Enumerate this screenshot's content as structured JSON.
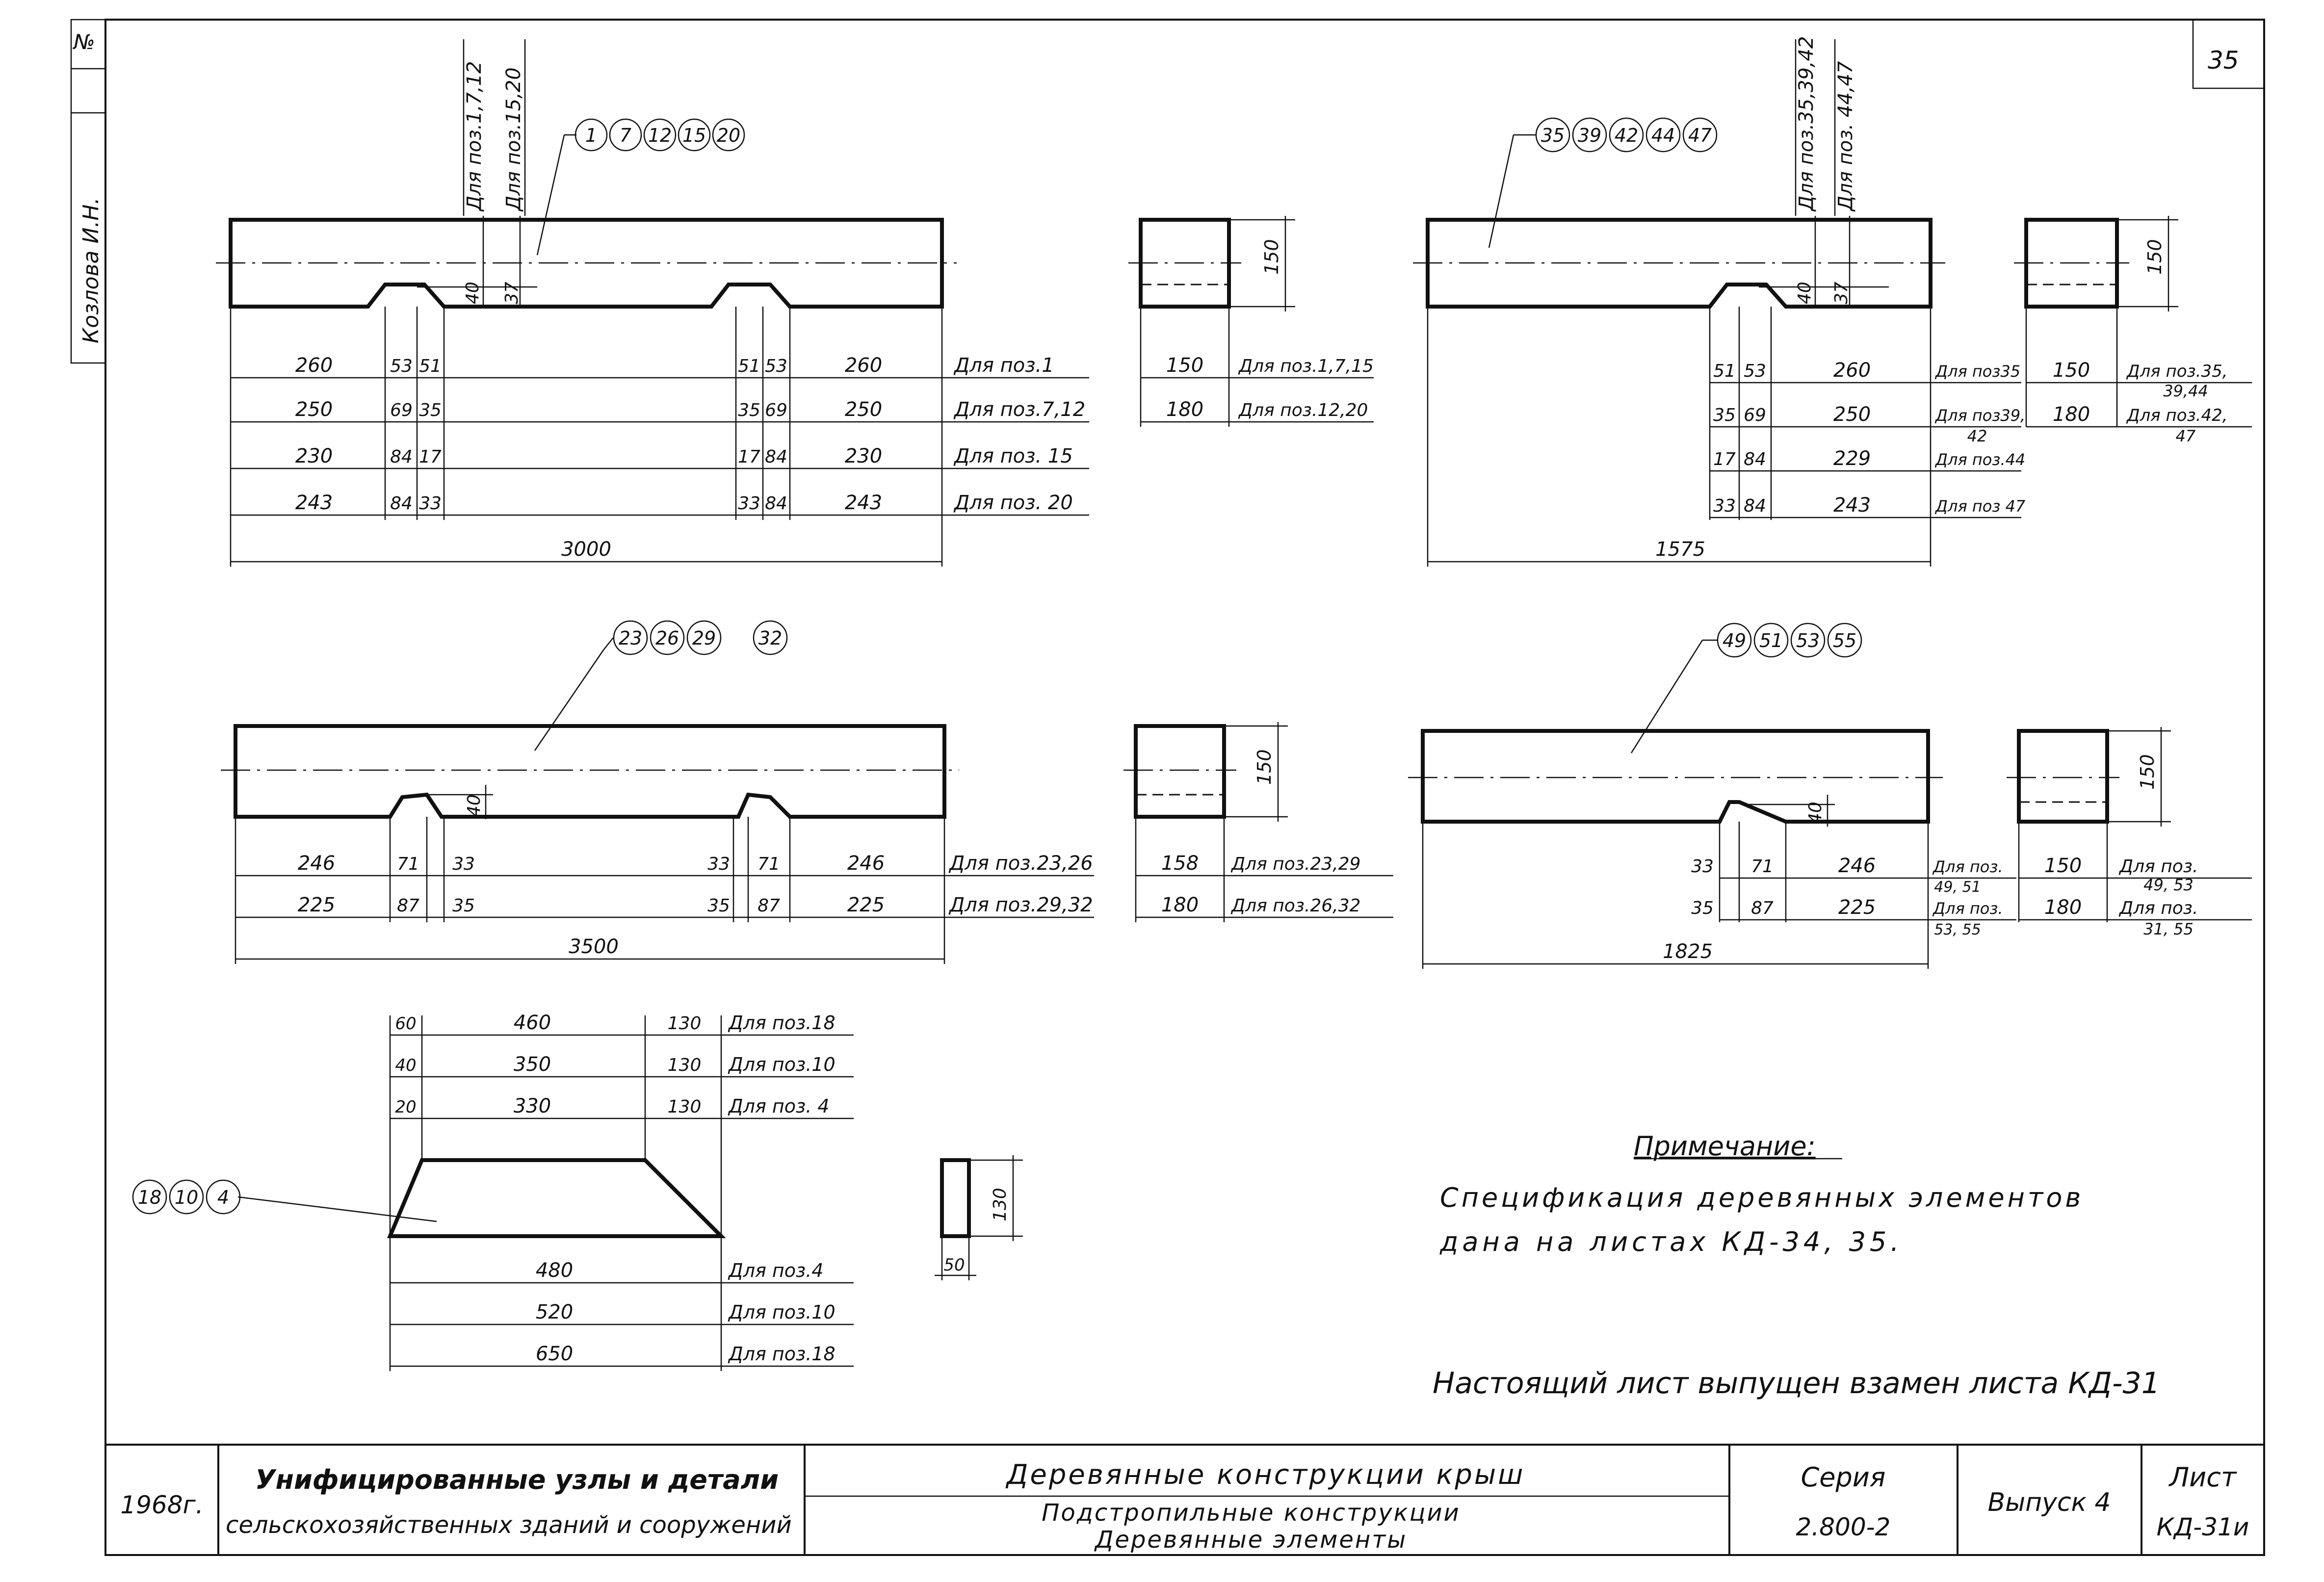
{
  "sheet_number": "35",
  "side_stamp": "Козлова И.Н.",
  "side_mark": "№",
  "beams": {
    "b1": {
      "bubbles": [
        "1",
        "7",
        "12",
        "15",
        "20"
      ],
      "vlabels": [
        "Для поз.1,7,12",
        "Для поз.15,20"
      ],
      "notch": [
        "40",
        "37"
      ],
      "rows": [
        {
          "l": "260",
          "a": "53",
          "b": "51",
          "c": "51",
          "d": "53",
          "r": "260",
          "label": "Для поз.1"
        },
        {
          "l": "250",
          "a": "69",
          "b": "35",
          "c": "35",
          "d": "69",
          "r": "250",
          "label": "Для поз.7,12"
        },
        {
          "l": "230",
          "a": "84",
          "b": "17",
          "c": "17",
          "d": "84",
          "r": "230",
          "label": "Для поз. 15"
        },
        {
          "l": "243",
          "a": "84",
          "b": "33",
          "c": "33",
          "d": "84",
          "r": "243",
          "label": "Для поз. 20"
        }
      ],
      "total": "3000",
      "section": {
        "h": "150",
        "w": [
          "150",
          "180"
        ],
        "labels": [
          "Для поз.1,7,15",
          "Для поз.12,20"
        ]
      }
    },
    "b2": {
      "bubbles": [
        "35",
        "39",
        "42",
        "44",
        "47"
      ],
      "vlabels": [
        "Для поз.35,39,42",
        "Для поз. 44,47"
      ],
      "notch": [
        "40",
        "37"
      ],
      "rows": [
        {
          "a": "51",
          "b": "53",
          "r": "260",
          "label": "Для поз35"
        },
        {
          "a": "35",
          "b": "69",
          "r": "250",
          "label": "Для поз39,",
          "label2": "42"
        },
        {
          "a": "17",
          "b": "84",
          "r": "229",
          "label": "Для поз.44"
        },
        {
          "a": "33",
          "b": "84",
          "r": "243",
          "label": "Для поз 47"
        }
      ],
      "total": "1575",
      "section": {
        "h": "150",
        "w": [
          "150",
          "180"
        ],
        "labels": [
          "Для поз.35,",
          "Для поз.42,"
        ],
        "labels2": [
          "39,44",
          "47"
        ]
      }
    },
    "b3": {
      "bubbles": [
        "23",
        "26",
        "29",
        "32"
      ],
      "notch": [
        "40"
      ],
      "rows": [
        {
          "l": "246",
          "a": "71",
          "b": "33",
          "c": "33",
          "d": "71",
          "r": "246",
          "label": "Для поз.23,26"
        },
        {
          "l": "225",
          "a": "87",
          "b": "35",
          "c": "35",
          "d": "87",
          "r": "225",
          "label": "Для поз.29,32"
        }
      ],
      "total": "3500",
      "section": {
        "h": "150",
        "w": [
          "158",
          "180"
        ],
        "labels": [
          "Для поз.23,29",
          "Для поз.26,32"
        ]
      }
    },
    "b4": {
      "bubbles": [
        "49",
        "51",
        "53",
        "55"
      ],
      "notch": [
        "40"
      ],
      "rows": [
        {
          "a": "33",
          "b": "71",
          "r": "246",
          "label": "Для поз.",
          "label2": "49, 51"
        },
        {
          "a": "35",
          "b": "87",
          "r": "225",
          "label": "Для поз.",
          "label2": "53, 55"
        }
      ],
      "total": "1825",
      "section": {
        "h": "150",
        "w": [
          "150",
          "180"
        ],
        "labels": [
          "Для поз.",
          "Для поз."
        ],
        "labels2": [
          "49, 53",
          "31, 55"
        ]
      }
    }
  },
  "trap": {
    "bubbles": [
      "18",
      "10",
      "4"
    ],
    "top_rows": [
      {
        "a": "60",
        "m": "460",
        "c": "130",
        "label": "Для поз.18"
      },
      {
        "a": "40",
        "m": "350",
        "c": "130",
        "label": "Для поз.10"
      },
      {
        "a": "20",
        "m": "330",
        "c": "130",
        "label": "Для поз. 4"
      }
    ],
    "bottom_rows": [
      {
        "m": "480",
        "label": "Для поз.4"
      },
      {
        "m": "520",
        "label": "Для поз.10"
      },
      {
        "m": "650",
        "label": "Для поз.18"
      }
    ],
    "section": {
      "h": "130",
      "w": "50"
    }
  },
  "note": {
    "title": "Примечание:",
    "line1": "Спецификация деревянных элементов",
    "line2": "дана на листах КД-34, 35.",
    "replace": "Настоящий лист выпущен взамен листа КД-31"
  },
  "title_block": {
    "year": "1968г.",
    "org1": "Унифицированные узлы и детали",
    "org2": "сельскохозяйственных зданий и сооружений",
    "title1": "Деревянные конструкции крыш",
    "title2": "Подстропильные конструкции",
    "title3": "Деревянные элементы",
    "series_label": "Серия",
    "series_value": "2.800-2",
    "issue": "Выпуск 4",
    "sheet_label": "Лист",
    "sheet_value": "КД-31и"
  }
}
